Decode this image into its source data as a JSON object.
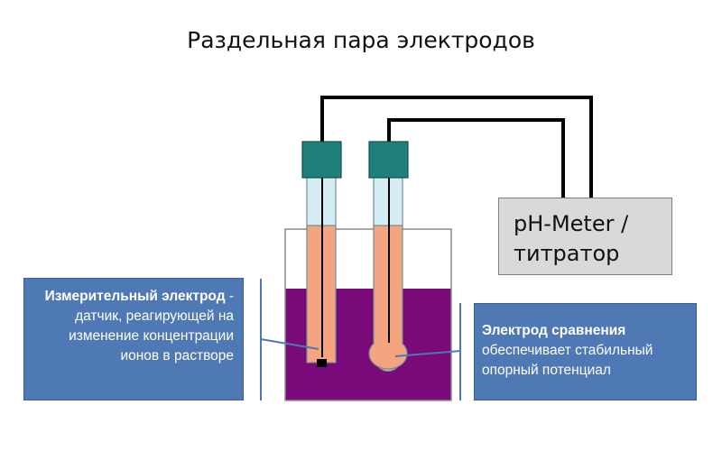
{
  "title": "Раздельная пара электродов",
  "meter": {
    "line1": "pH-Meter /",
    "line2": "титратор"
  },
  "measuring_electrode": {
    "name": "Измерительный электрод",
    "description": " - датчик, реагирующей на изменение концентрации ионов в растворе"
  },
  "reference_electrode": {
    "name": "Электрод сравнения",
    "description": "обеспечивает стабильный опорный потенциал"
  },
  "colors": {
    "solution": "#7a0a7a",
    "electrode_cap": "#1f7f7a",
    "electrode_body": "#f4a57f",
    "glass_tube": "#d6eef3",
    "callout": "#4f79b4",
    "meter_box": "#d9d9d9"
  }
}
